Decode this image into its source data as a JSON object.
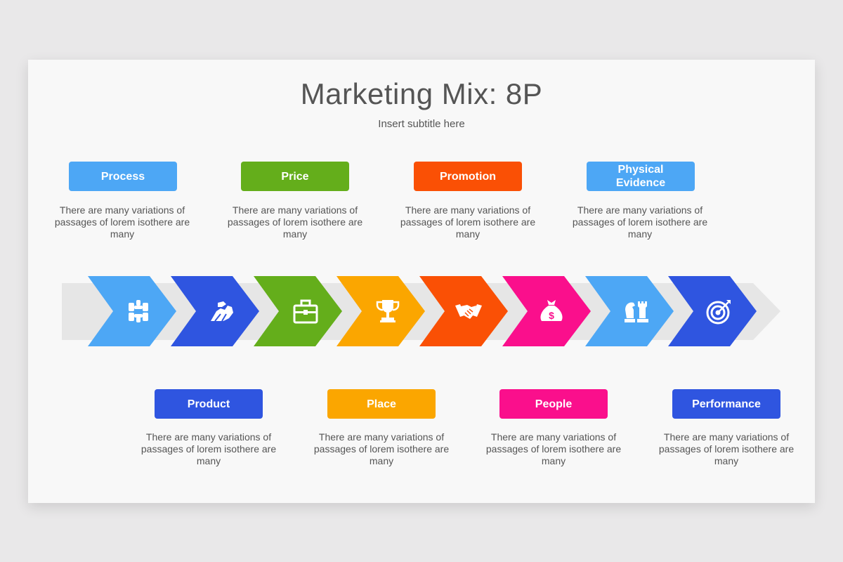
{
  "title": "Marketing Mix: 8P",
  "subtitle": "Insert subtitle here",
  "colors": {
    "light_blue": "#4da7f5",
    "green": "#64ae1b",
    "orange_red": "#fa5005",
    "blue": "#2f55e0",
    "amber": "#fba600",
    "magenta": "#fa0f8c",
    "track": "#e6e6e6"
  },
  "top_items": [
    {
      "label": "Process",
      "desc": "There are many variations of passages of lorem isothere are many",
      "color": "#4da7f5"
    },
    {
      "label": "Price",
      "desc": "There are many variations of passages of lorem isothere are many",
      "color": "#64ae1b"
    },
    {
      "label": "Promotion",
      "desc": "There are many variations of passages of lorem isothere are many",
      "color": "#fa5005"
    },
    {
      "label": "Physical Evidence",
      "desc": "There are many variations of passages of lorem isothere are many",
      "color": "#4da7f5"
    }
  ],
  "bottom_items": [
    {
      "label": "Product",
      "desc": "There are many variations of passages of lorem isothere are many",
      "color": "#2f55e0"
    },
    {
      "label": "Place",
      "desc": "There are many variations of passages of lorem isothere are many",
      "color": "#fba600"
    },
    {
      "label": "People",
      "desc": "There are many variations of passages of lorem isothere are many",
      "color": "#fa0f8c"
    },
    {
      "label": "Performance",
      "desc": "There are many variations of passages of lorem isothere are many",
      "color": "#2f55e0"
    }
  ],
  "chevrons": [
    {
      "color": "#4da7f5",
      "icon": "hands-together-icon"
    },
    {
      "color": "#2f55e0",
      "icon": "handshake-grip-icon"
    },
    {
      "color": "#64ae1b",
      "icon": "briefcase-icon"
    },
    {
      "color": "#fba600",
      "icon": "trophy-icon"
    },
    {
      "color": "#fa5005",
      "icon": "handshake-icon"
    },
    {
      "color": "#fa0f8c",
      "icon": "money-bag-icon"
    },
    {
      "color": "#4da7f5",
      "icon": "chess-pieces-icon"
    },
    {
      "color": "#2f55e0",
      "icon": "target-icon"
    }
  ]
}
